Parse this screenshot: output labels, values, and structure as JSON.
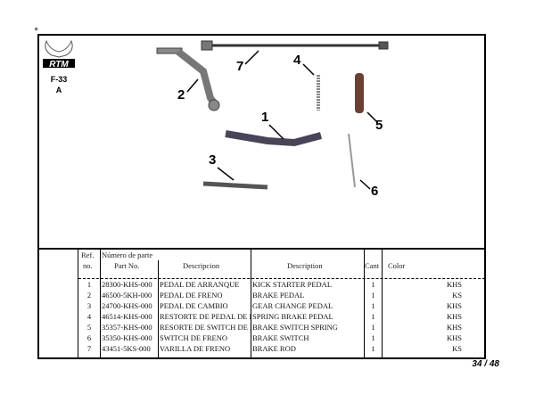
{
  "sheet": {
    "logo_text": "RTM",
    "code": "F-33",
    "variant": "A",
    "page": "34 / 48"
  },
  "callouts": [
    "1",
    "2",
    "3",
    "4",
    "5",
    "6",
    "7"
  ],
  "table": {
    "headers": {
      "ref_top": "Ref.",
      "ref_bottom": "no.",
      "part_top": "Número de parte",
      "part_bottom": "Part No.",
      "descripcion": "Descripcion",
      "description": "Description",
      "cant": "Cant",
      "color": "Color"
    },
    "rows": [
      {
        "ref": "1",
        "part": "28300-KHS-000",
        "descripcion": "PEDAL DE ARRANQUE",
        "description": "KICK STARTER PEDAL",
        "cant": "1",
        "color": "KHS"
      },
      {
        "ref": "2",
        "part": "46500-5KH-000",
        "descripcion": "PEDAL DE FRENO",
        "description": "BRAKE PEDAL",
        "cant": "1",
        "color": "KS"
      },
      {
        "ref": "3",
        "part": "24700-KHS-000",
        "descripcion": "PEDAL DE CAMBIO",
        "description": "GEAR CHANGE PEDAL",
        "cant": "1",
        "color": "KHS"
      },
      {
        "ref": "4",
        "part": "46514-KHS-000",
        "descripcion": "RESTORTE DE PEDAL DE FRE",
        "description": "SPRING BRAKE PEDAL",
        "cant": "1",
        "color": "KHS"
      },
      {
        "ref": "5",
        "part": "35357-KHS-000",
        "descripcion": "RESORTE DE SWITCH DE FRE",
        "description": "BRAKE SWITCH SPRING",
        "cant": "1",
        "color": "KHS"
      },
      {
        "ref": "6",
        "part": "35350-KHS-000",
        "descripcion": "SWITCH DE FRENO",
        "description": "BRAKE SWITCH",
        "cant": "1",
        "color": "KHS"
      },
      {
        "ref": "7",
        "part": "43451-5KS-000",
        "descripcion": "VARILLA DE FRENO",
        "description": "BRAKE ROD",
        "cant": "1",
        "color": "KS"
      }
    ]
  }
}
